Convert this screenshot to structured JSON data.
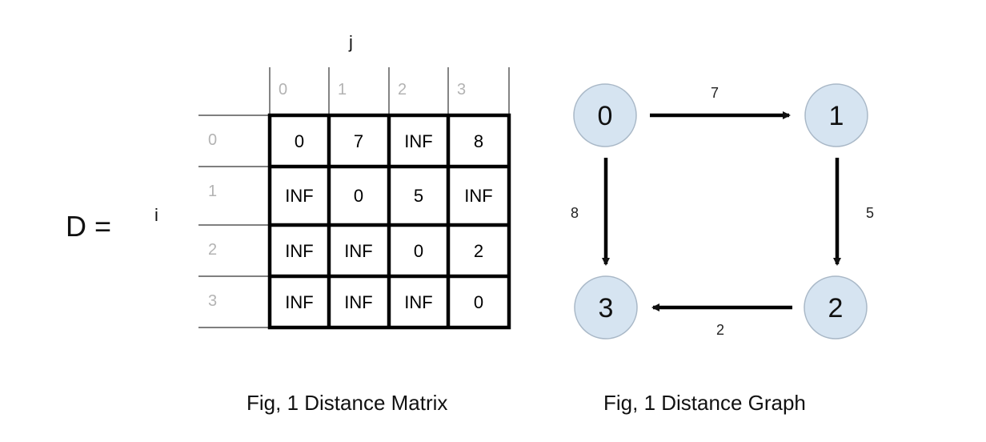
{
  "matrix": {
    "lhs": "D =",
    "row_axis_label": "i",
    "col_axis_label": "j",
    "col_headers": [
      "0",
      "1",
      "2",
      "3"
    ],
    "row_headers": [
      "0",
      "1",
      "2",
      "3"
    ],
    "cells": [
      [
        "0",
        "7",
        "INF",
        "8"
      ],
      [
        "INF",
        "0",
        "5",
        "INF"
      ],
      [
        "INF",
        "INF",
        "0",
        "2"
      ],
      [
        "INF",
        "INF",
        "INF",
        "0"
      ]
    ],
    "caption": "Fig, 1 Distance Matrix"
  },
  "graph": {
    "nodes": [
      {
        "id": "0",
        "label": "0"
      },
      {
        "id": "1",
        "label": "1"
      },
      {
        "id": "2",
        "label": "2"
      },
      {
        "id": "3",
        "label": "3"
      }
    ],
    "edges": [
      {
        "from": "0",
        "to": "1",
        "weight": "7"
      },
      {
        "from": "1",
        "to": "2",
        "weight": "5"
      },
      {
        "from": "2",
        "to": "3",
        "weight": "2"
      },
      {
        "from": "0",
        "to": "3",
        "weight": "8"
      }
    ],
    "node_fill": "#d6e4f1",
    "node_stroke": "#a9b8c7",
    "caption": "Fig, 1 Distance Graph"
  }
}
